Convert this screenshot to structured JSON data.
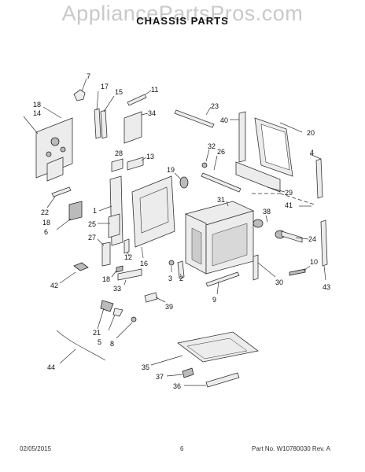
{
  "watermark": "AppliancePartsPros.com",
  "title": "CHASSIS PARTS",
  "footer": {
    "date": "02/05/2015",
    "page": "6",
    "part_no": "Part No.  W10780030  Rev. A"
  },
  "callouts": [
    "7",
    "11",
    "17",
    "15",
    "18",
    "14",
    "34",
    "23",
    "40",
    "20",
    "32",
    "26",
    "28",
    "13",
    "4",
    "19",
    "29",
    "31",
    "22",
    "18",
    "6",
    "1",
    "25",
    "41",
    "38",
    "27",
    "24",
    "3",
    "2",
    "12",
    "16",
    "10",
    "42",
    "18",
    "33",
    "30",
    "43",
    "9",
    "39",
    "21",
    "5",
    "8",
    "44",
    "35",
    "37",
    "36"
  ]
}
